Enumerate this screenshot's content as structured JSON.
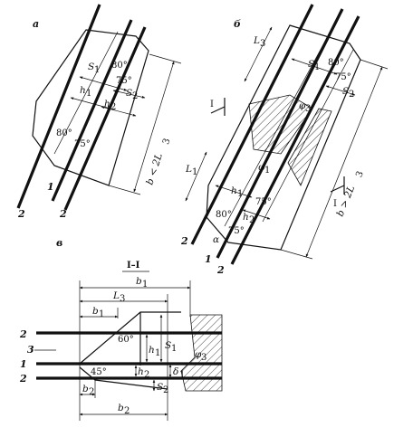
{
  "panels": {
    "a": {
      "label": "а",
      "dims": [
        "S",
        "1",
        "h",
        "1",
        "h",
        "2",
        "S",
        "2",
        "b < 2L",
        "3"
      ],
      "angles": [
        "80°",
        "75°",
        "75°",
        "80°"
      ],
      "wires": [
        "2",
        "1",
        "2"
      ]
    },
    "b": {
      "label": "б",
      "dims": [
        "L",
        "3",
        "S",
        "1",
        "S",
        "2",
        "L",
        "1",
        "h",
        "1",
        "h",
        "2",
        "b > 2L",
        "3"
      ],
      "angles": [
        "80°",
        "75°",
        "80°",
        "75°",
        "75°",
        "φ",
        "1",
        "φ",
        "3",
        "α"
      ],
      "wires": [
        "2",
        "1",
        "2"
      ],
      "section_mark": [
        "I",
        "I"
      ]
    },
    "c": {
      "label": "в",
      "section_title": "I–I",
      "dims": [
        "b",
        "1",
        "L",
        "3",
        "b",
        "1",
        "h",
        "1",
        "S",
        "1",
        "h",
        "2",
        "δ",
        "1",
        "S",
        "2",
        "b",
        "2",
        "b",
        "2"
      ],
      "angles": [
        "60°",
        "45°",
        "φ",
        "3"
      ],
      "layers": [
        "2",
        "3",
        "1",
        "2"
      ]
    }
  }
}
